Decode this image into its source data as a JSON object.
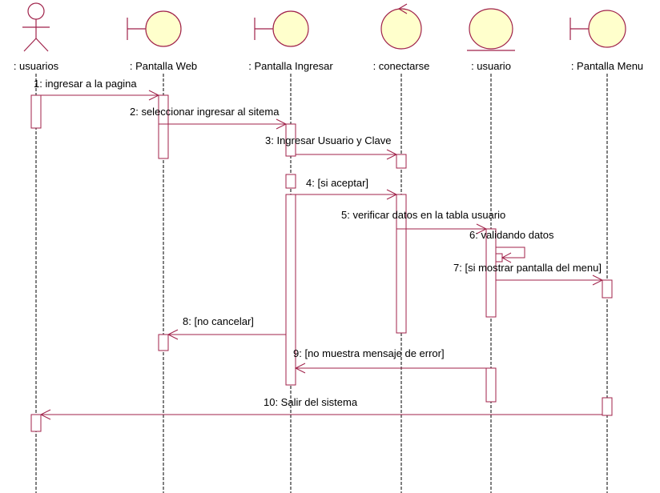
{
  "colors": {
    "line": "#a0224a",
    "icon_fill": "#ffffcc",
    "lifeline": "#000000",
    "background": "#ffffff"
  },
  "participants": [
    {
      "name": ": usuarios",
      "icon": "actor-icon"
    },
    {
      "name": ": Pantalla Web",
      "icon": "boundary-icon"
    },
    {
      "name": ": Pantalla Ingresar",
      "icon": "boundary-icon"
    },
    {
      "name": ": conectarse",
      "icon": "control-icon"
    },
    {
      "name": ": usuario",
      "icon": "entity-icon"
    },
    {
      "name": ": Pantalla Menu",
      "icon": "boundary-icon"
    }
  ],
  "messages": [
    {
      "label": "1: ingresar a la pagina",
      "from": 0,
      "to": 1
    },
    {
      "label": "2: seleccionar ingresar al sitema",
      "from": 1,
      "to": 2
    },
    {
      "label": "3: Ingresar Usuario y Clave",
      "from": 2,
      "to": 3
    },
    {
      "label": "4: [si aceptar]",
      "from": 2,
      "to": 3
    },
    {
      "label": "5: verificar datos en la tabla usuario",
      "from": 3,
      "to": 4
    },
    {
      "label": "6: validando datos",
      "from": 4,
      "to": 4
    },
    {
      "label": "7: [si mostrar pantalla del menu]",
      "from": 4,
      "to": 5
    },
    {
      "label": "8: [no cancelar]",
      "from": 2,
      "to": 1
    },
    {
      "label": "9: [no muestra mensaje de error]",
      "from": 4,
      "to": 2
    },
    {
      "label": "10: Salir del sistema",
      "from": 5,
      "to": 0
    }
  ]
}
